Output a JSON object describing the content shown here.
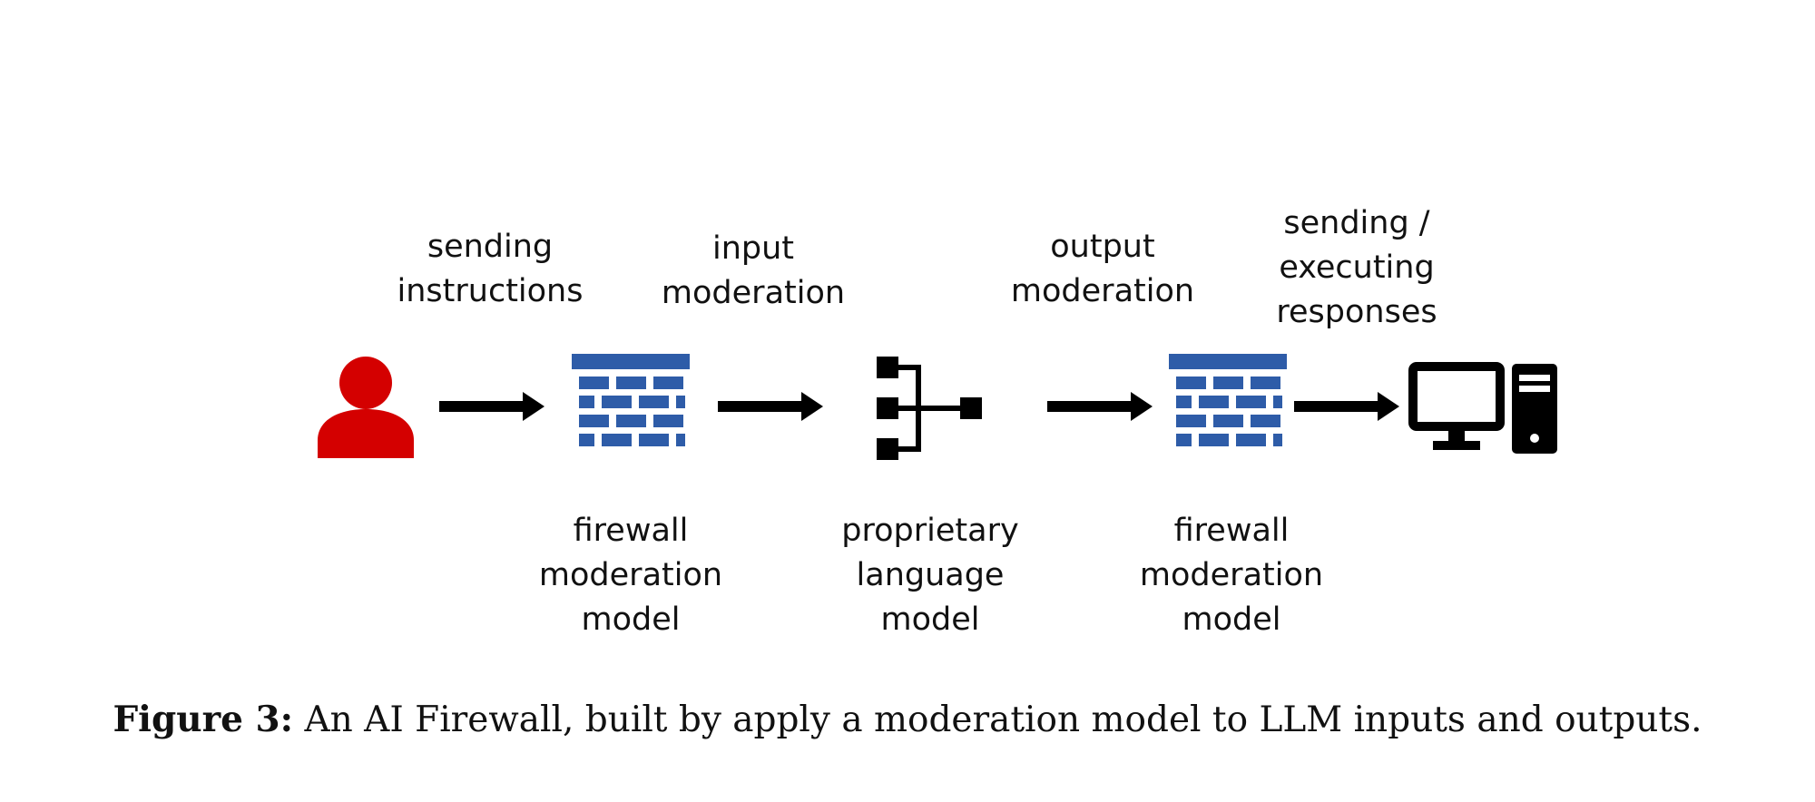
{
  "top_labels": {
    "sending_instructions": "sending\ninstructions",
    "input_moderation": "input\nmoderation",
    "output_moderation": "output\nmoderation",
    "sending_executing": "sending /\nexecuting\nresponses"
  },
  "bottom_labels": {
    "firewall_1": "firewall\nmoderation\nmodel",
    "proprietary_llm": "proprietary\nlanguage\nmodel",
    "firewall_2": "firewall\nmoderation\nmodel"
  },
  "caption": {
    "label": "Figure 3:",
    "text": "An AI Firewall, built by apply a moderation model to LLM inputs and outputs."
  },
  "icons": [
    "user-icon",
    "firewall-icon",
    "network-icon",
    "firewall-icon",
    "computer-icon"
  ],
  "colors": {
    "user": "#d40000",
    "firewall": "#2e5ca8",
    "arrow": "#000000"
  }
}
